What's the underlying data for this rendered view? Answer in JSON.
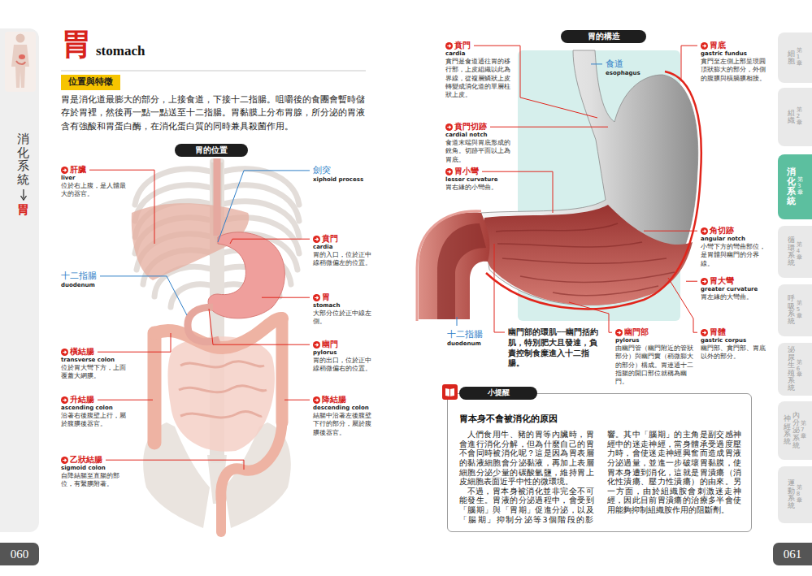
{
  "diagram": {
    "title": "胃",
    "nodes": [
      {
        "text": [
          "位置與特徵"
        ]
      },
      {
        "text": [
          "胃的位置"
        ]
      },
      {
        "text": [
          "胃的構造"
        ]
      },
      {
        "text": [
          "胃本身不會被消化的原因",
          "人們食用牛、豬的胃等內臟時，胃會進行消化分解，但為什麼自己的胃不會同時被消化呢？這是因為胃表層的黏液細胞會分泌黏液，再加上表層細胞分泌少量的碳酸氫鹽，維持胃上皮細胞表面近乎中性的微環境。",
          "不過，胃本身被消化並非完全不可能發生。胃液的分泌過程中，會受到「腦期」與「胃期」促進分泌，以及「腸期」抑制分泌等3個階段的影響。其中「腦期」的主角是副交感神經中的迷走神經，當身體承受過度壓力時，會使迷走神經興奮而造成胃液分泌過量，並進一步破壞胃黏膜，使胃本身遭到消化，這就是胃潰瘍（消化性潰瘍、壓力性潰瘍）的由來。另一方面，由於組織胺會刺激迷走神經，因此目前胃潰瘍的治療多半會使用能夠抑制組織胺作用的阻斷劑。"
        ]
      },
      {
        "text": [
          "小提醒"
        ],
        "in": 3
      },
      {
        "text": [
          "060"
        ]
      },
      {
        "text": [
          "061"
        ]
      },
      {
        "text": [
          "第1章",
          "細胞"
        ]
      },
      {
        "text": [
          "第2章",
          "組織"
        ]
      },
      {
        "text": [
          "第3章",
          "消化系統"
        ]
      },
      {
        "text": [
          "第4章",
          "循環系統"
        ]
      },
      {
        "text": [
          "第5章",
          "呼吸系統"
        ]
      },
      {
        "text": [
          "第6章",
          "泌尿生殖系統"
        ]
      },
      {
        "text": [
          "第7章",
          "內分泌系統",
          "神經系統"
        ]
      },
      {
        "text": [
          "第8章",
          "運動系統"
        ]
      }
    ],
    "labels": [
      "stomach",
      "胃是消化道最膨大的部分，上接食道，下接十二指腸。咀嚼後的食團會暫時儲存於胃裡，然後再一點一點送至十二指腸。胃黏膜上分布胃腺，所分泌的胃液含有強酸和胃蛋白酶，在消化蛋白質的同時兼具殺菌作用。",
      "肝臟",
      "liver",
      "位於右上腹，是人體最大的器官。",
      "十二指腸",
      "duodenum",
      "橫結腸",
      "transverse colon",
      "位於胃大彎下方，上面覆蓋大網膜。",
      "升結腸",
      "ascending colon",
      "沿著右後腹壁上行，屬於腹膜後器官。",
      "乙狀結腸",
      "sigmoid colon",
      "自降結腸至直腸的部位，有繫膜附著。",
      "劍突",
      "xiphoid process",
      "賁門",
      "cardia",
      "胃的入口，位於正中線稍微偏左的位置。",
      "胃",
      "stomach",
      "大部分位於正中線左側。",
      "幽門",
      "pylorus",
      "胃的出口，位於正中線稍微偏右的位置。",
      "降結腸",
      "descending colon",
      "結腸中沿著左後腹壁下行的部分，屬於腹膜後器官。",
      "賁門",
      "cardia",
      "賁門是食道通往胃的移行部，上皮組織以此為界線，從複層鱗狀上皮轉變成消化道的單層柱狀上皮。",
      "食道",
      "esophagus",
      "胃底",
      "gastric fundus",
      "賁門至左側上部呈現圓頂狀膨大的部分，外側的腹膜與橫膈膜相接。",
      "賁門切跡",
      "cardial notch",
      "食道末端與胃底形成的銳角。切跡平面以上為胃底。",
      "胃小彎",
      "lesser curvature",
      "胃右緣的小彎曲。",
      "角切跡",
      "angular notch",
      "小彎下方的彎曲部位，是胃體與幽門的分界線。",
      "胃大彎",
      "greater curvature",
      "胃左緣的大彎曲。",
      "十二指腸",
      "duodenum",
      "幽門部的環肌──幽門括約肌，特別肥大且發達，負責控制食糜進入十二指腸。",
      "幽門部",
      "pylorus",
      "由幽門管（幽門附近的管狀部分）與幽門竇（稍微膨大的部分）構成。胃連通十二指腸的開口部位就稱為幽門。",
      "胃體",
      "gastric corpus",
      "幽門部、賁門部、胃底以外的部分。",
      "消化系統",
      "胃"
    ]
  }
}
